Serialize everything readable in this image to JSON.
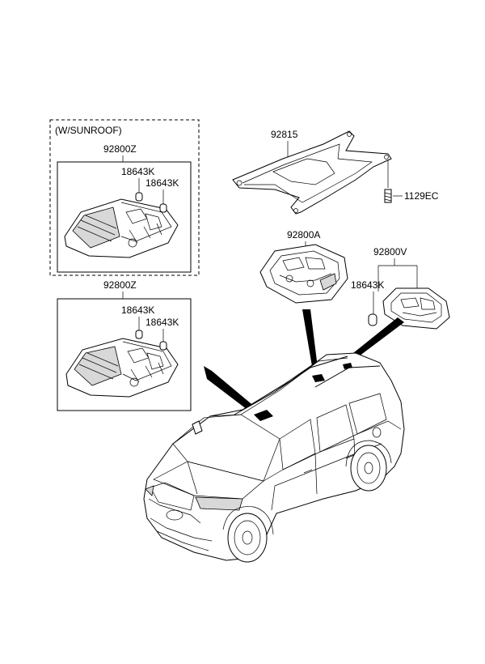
{
  "labels": {
    "w_sunroof": "(W/SUNROOF)",
    "p92800Z_top": "92800Z",
    "p18643K_top_a": "18643K",
    "p18643K_top_b": "18643K",
    "p92800Z_bottom": "92800Z",
    "p18643K_bot_a": "18643K",
    "p18643K_bot_b": "18643K",
    "p92815": "92815",
    "p1129EC": "1129EC",
    "p92800A": "92800A",
    "p92800V": "92800V",
    "p18643K_right": "18643K"
  },
  "colors": {
    "line": "#000000",
    "background": "#ffffff",
    "shade": "#d8d8d8"
  }
}
